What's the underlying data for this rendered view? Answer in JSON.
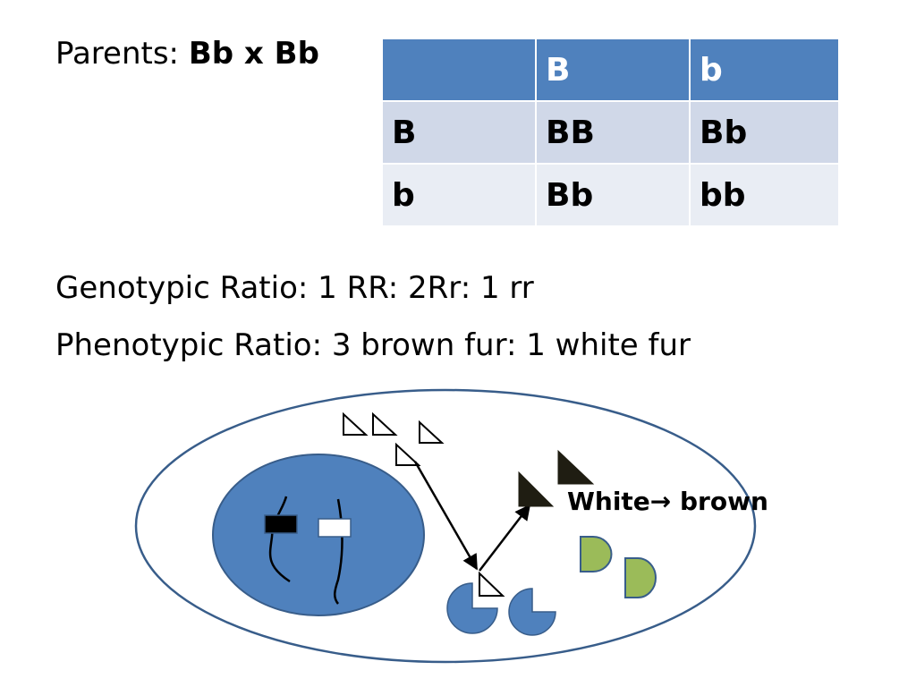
{
  "parents": {
    "label": "Parents: ",
    "value": "Bb x Bb"
  },
  "punnett": {
    "header": [
      "",
      "B",
      "b"
    ],
    "rows": [
      [
        "B",
        "BB",
        "Bb"
      ],
      [
        "b",
        "Bb",
        "bb"
      ]
    ]
  },
  "ratios": {
    "genotypic": "Genotypic Ratio: 1 RR: 2Rr: 1 rr",
    "phenotypic": "Phenotypic Ratio: 3 brown fur: 1 white fur"
  },
  "diagram": {
    "label_white": "White",
    "label_arrow": "→",
    "label_brown": " brown",
    "colors": {
      "nucleus": "#4f81bd",
      "membrane": "#385d8a",
      "enzyme": "#4f81bd",
      "pigment_dark": "#1f1d12",
      "green_shape": "#9bbb59"
    }
  }
}
